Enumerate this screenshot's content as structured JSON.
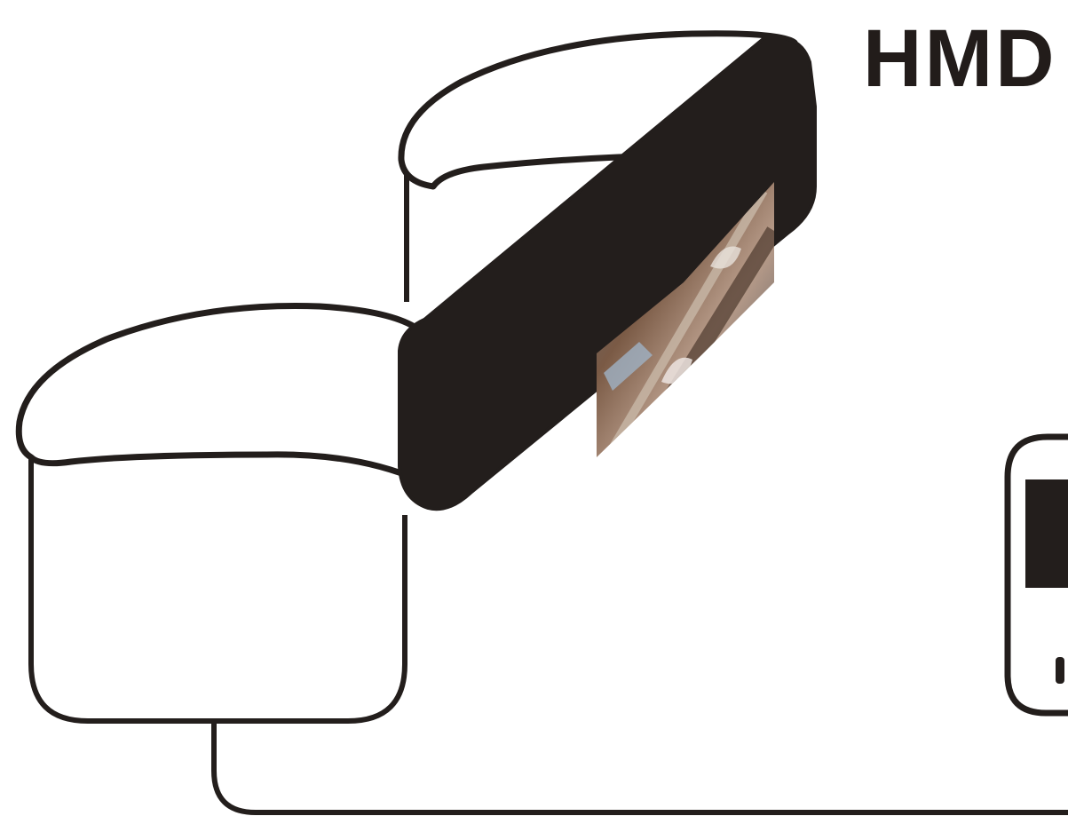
{
  "diagram": {
    "label": "HMD",
    "colors": {
      "stroke": "#231e1c",
      "fill_dark": "#231e1c",
      "background": "#ffffff"
    },
    "icons": {
      "headset": "hmd-headset-icon",
      "view_patch": "scene-photo-thumbnail",
      "device": "display-device-icon",
      "cable": "connection-cable"
    }
  }
}
